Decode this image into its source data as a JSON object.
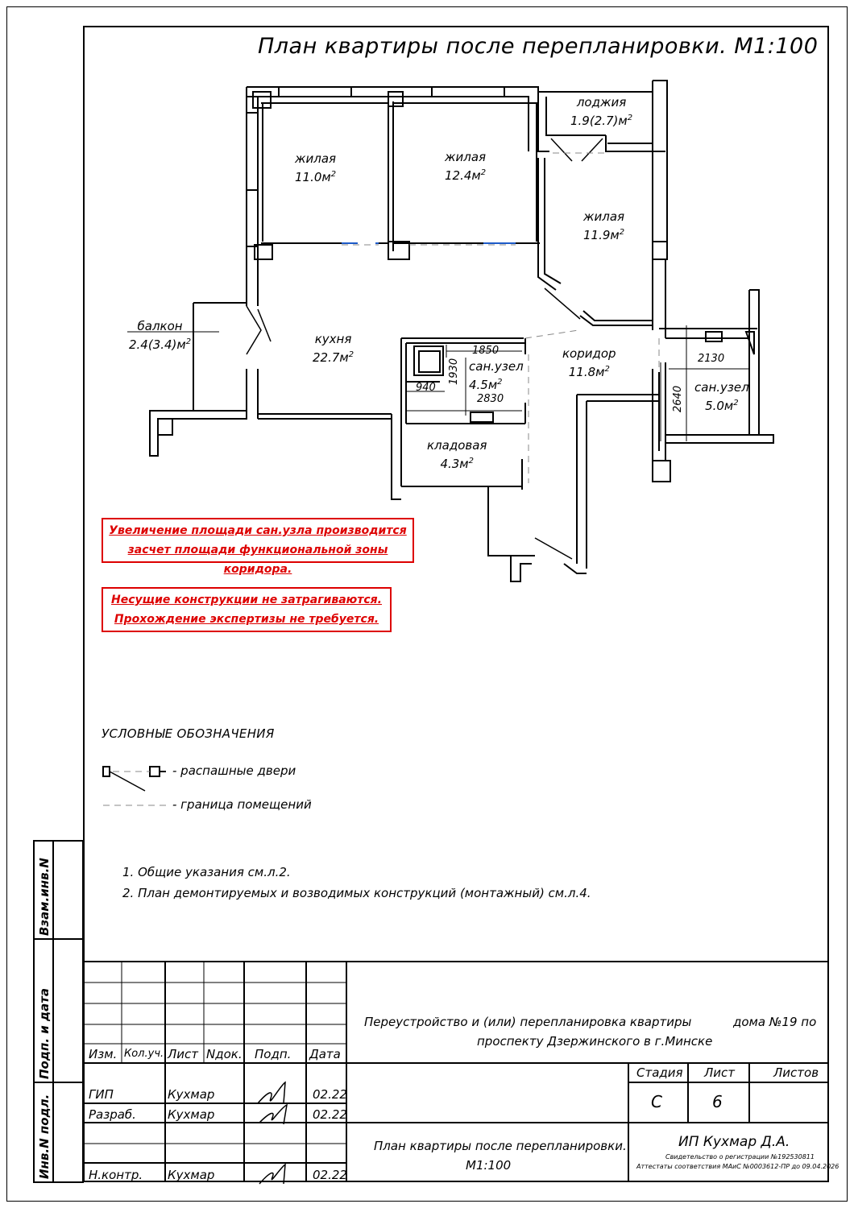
{
  "title": "План квартиры после перепланировки. М1:100",
  "rooms": {
    "living1": {
      "name": "жилая",
      "area": "11.0м",
      "sup": "2"
    },
    "living2": {
      "name": "жилая",
      "area": "12.4м",
      "sup": "2"
    },
    "living3": {
      "name": "жилая",
      "area": "11.9м",
      "sup": "2"
    },
    "loggia": {
      "name": "лоджия",
      "area": "1.9(2.7)м",
      "sup": "2"
    },
    "balcony": {
      "name": "балкон",
      "area": "2.4(3.4)м",
      "sup": "2"
    },
    "kitchen": {
      "name": "кухня",
      "area": "22.7м",
      "sup": "2"
    },
    "bath1": {
      "name": "сан.узел",
      "area": "4.5м",
      "sup": "2"
    },
    "corridor": {
      "name": "коридор",
      "area": "11.8м",
      "sup": "2"
    },
    "bath2": {
      "name": "сан.узел",
      "area": "5.0м",
      "sup": "2"
    },
    "storage": {
      "name": "кладовая",
      "area": "4.3м",
      "sup": "2"
    }
  },
  "dimensions": {
    "d1850": "1850",
    "d1930": "1930",
    "d940": "940",
    "d2830": "2830",
    "d2130": "2130",
    "d2640": "2640"
  },
  "notes": {
    "note1": [
      "Увеличение площади сан.узла производится",
      "засчет площади функциональной зоны коридора."
    ],
    "note2": [
      "Несущие конструкции не затрагиваются.",
      "Прохождение экспертизы не требуется."
    ]
  },
  "legend": {
    "title": "УСЛОВНЫЕ ОБОЗНАЧЕНИЯ",
    "doors": "- распашные двери",
    "boundary": "- граница помещений"
  },
  "general_notes": [
    "1.  Общие указания см.л.2.",
    "2.  План демонтируемых и возводимых конструкций (монтажный) см.л.4."
  ],
  "side_stamps": {
    "vzam": "Взам.инв.N",
    "podp": "Подп. и дата",
    "inv": "Инв.N подл."
  },
  "title_block": {
    "headers": {
      "izm": "Изм.",
      "kol": "Кол.уч.",
      "list": "Лист",
      "ndok": "Nдок.",
      "podp": "Подп.",
      "data": "Дата"
    },
    "rows": [
      {
        "role": "ГИП",
        "name": "Кухмар",
        "date": "02.22"
      },
      {
        "role": "Разраб.",
        "name": "Кухмар",
        "date": "02.22"
      },
      {
        "role": "Н.контр.",
        "name": "Кухмар",
        "date": "02.22"
      }
    ],
    "project_line1": "Переустройство и (или) перепланировка квартиры",
    "project_line1b": "дома №19 по",
    "project_line2": "проспекту Дзержинского в г.Минске",
    "sheet_title_line1": "План квартиры после перепланировки.",
    "sheet_title_line2": "М1:100",
    "stage_label": "Стадия",
    "sheet_label": "Лист",
    "sheets_label": "Листов",
    "stage": "С",
    "sheet": "6",
    "sheets": "",
    "company": "ИП Кухмар Д.А.",
    "cert1": "Свидетельство о регистрации №192530811",
    "cert2": "Аттестаты соответствия МАиС №0003612-ПР до 09.04.2026"
  }
}
